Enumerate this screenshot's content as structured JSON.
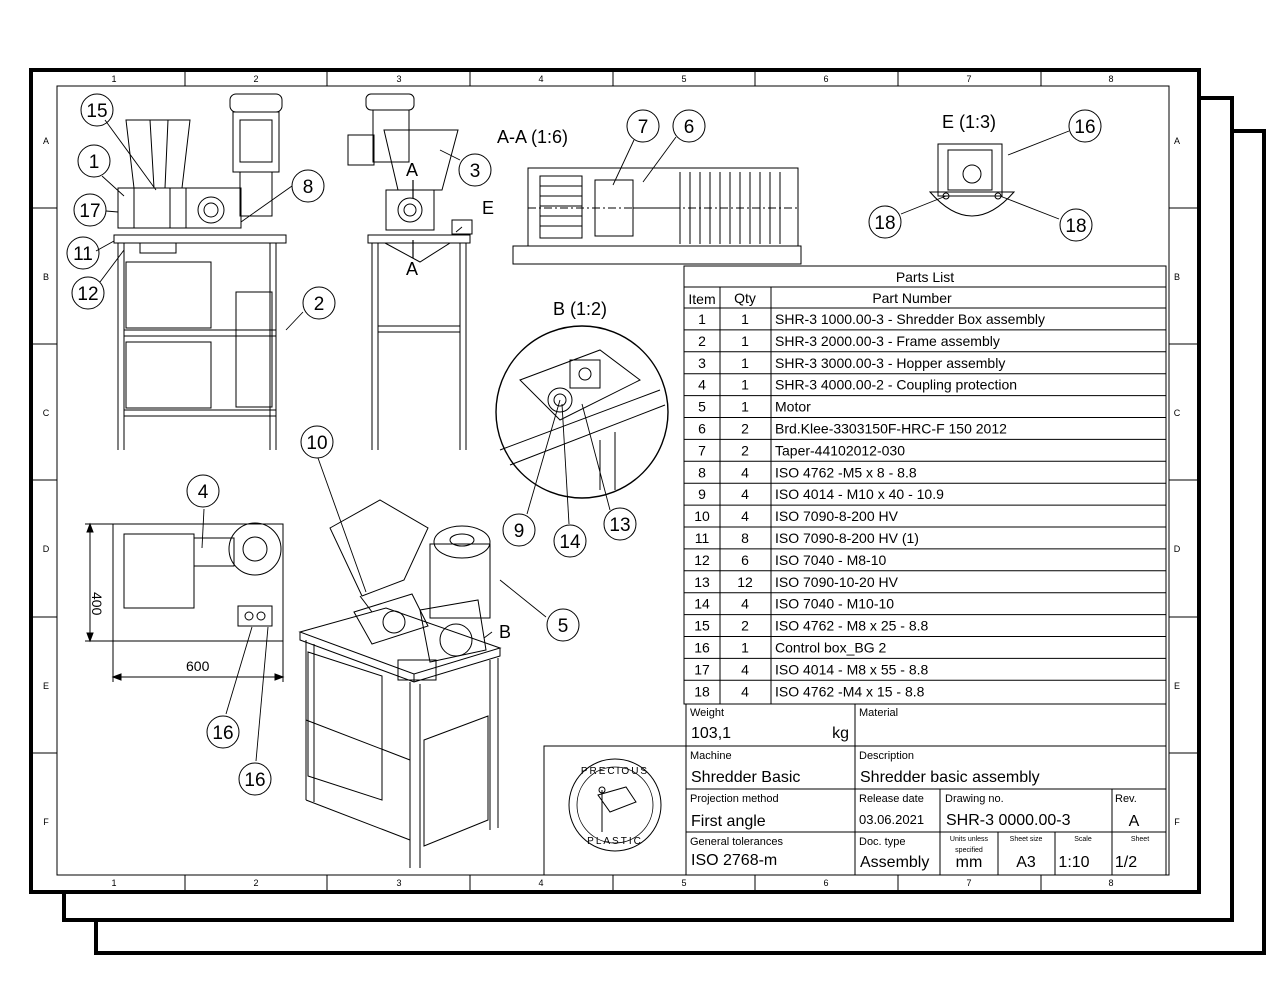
{
  "grid": {
    "cols": [
      "1",
      "2",
      "3",
      "4",
      "5",
      "6",
      "7",
      "8"
    ],
    "rows": [
      "A",
      "B",
      "C",
      "D",
      "E",
      "F"
    ]
  },
  "views": {
    "section_aa": "A-A (1:6)",
    "detail_b": "B (1:2)",
    "detail_e": "E (1:3)",
    "cut_mark": "A",
    "detail_b_mark": "B",
    "detail_e_mark": "E"
  },
  "dimensions": {
    "width": "600",
    "height": "400"
  },
  "balloons": {
    "b1": "1",
    "b2": "2",
    "b3": "3",
    "b4": "4",
    "b5": "5",
    "b6": "6",
    "b7": "7",
    "b8": "8",
    "b9": "9",
    "b10": "10",
    "b11": "11",
    "b12": "12",
    "b13": "13",
    "b14": "14",
    "b15": "15",
    "b16a": "16",
    "b16b": "16",
    "b16c": "16",
    "b17": "17",
    "b18a": "18",
    "b18b": "18"
  },
  "parts_list": {
    "title": "Parts List",
    "headers": [
      "Item",
      "Qty",
      "Part Number"
    ],
    "rows": [
      [
        "1",
        "1",
        "SHR-3 1000.00-3 - Shredder Box assembly"
      ],
      [
        "2",
        "1",
        "SHR-3 2000.00-3 - Frame assembly"
      ],
      [
        "3",
        "1",
        "SHR-3 3000.00-3 - Hopper assembly"
      ],
      [
        "4",
        "1",
        "SHR-3 4000.00-2 - Coupling protection"
      ],
      [
        "5",
        "1",
        "Motor"
      ],
      [
        "6",
        "2",
        "Brd.Klee-3303150F-HRC-F 150 2012"
      ],
      [
        "7",
        "2",
        "Taper-44102012-030"
      ],
      [
        "8",
        "4",
        "ISO 4762 -M5 x 8 - 8.8"
      ],
      [
        "9",
        "4",
        "ISO 4014 - M10 x 40 - 10.9"
      ],
      [
        "10",
        "4",
        "ISO 7090-8-200 HV"
      ],
      [
        "11",
        "8",
        "ISO 7090-8-200 HV (1)"
      ],
      [
        "12",
        "6",
        "ISO 7040 - M8-10"
      ],
      [
        "13",
        "12",
        "ISO 7090-10-20 HV"
      ],
      [
        "14",
        "4",
        "ISO 7040 - M10-10"
      ],
      [
        "15",
        "2",
        "ISO 4762 - M8 x 25 - 8.8"
      ],
      [
        "16",
        "1",
        "Control box_BG 2"
      ],
      [
        "17",
        "4",
        "ISO 4014 - M8 x 55 - 8.8"
      ],
      [
        "18",
        "4",
        "ISO 4762 -M4 x 15 - 8.8"
      ]
    ]
  },
  "title_block": {
    "logo_top": "PRECIOUS",
    "logo_bottom": "PLASTIC",
    "weight_label": "Weight",
    "weight_value": "103,1",
    "weight_unit": "kg",
    "material_label": "Material",
    "material_value": "",
    "machine_label": "Machine",
    "machine_value": "Shredder Basic",
    "description_label": "Description",
    "description_value": "Shredder basic assembly",
    "projection_label": "Projection method",
    "projection_value": "First angle",
    "release_label": "Release date",
    "release_value": "03.06.2021",
    "drawing_no_label": "Drawing no.",
    "drawing_no_value": "SHR-3 0000.00-3",
    "rev_label": "Rev.",
    "rev_value": "A",
    "tolerance_label": "General tolerances",
    "tolerance_value": "ISO 2768-m",
    "doc_type_label": "Doc. type",
    "doc_type_value": "Assembly",
    "units_label_1": "Units unless",
    "units_label_2": "specified",
    "units_value": "mm",
    "sheet_size_label": "Sheet size",
    "sheet_size_value": "A3",
    "scale_label": "Scale",
    "scale_value": "1:10",
    "sheet_label": "Sheet",
    "sheet_value": "1/2"
  }
}
